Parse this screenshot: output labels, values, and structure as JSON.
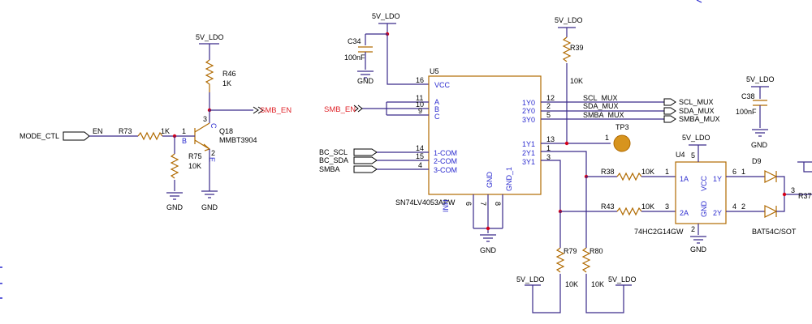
{
  "net_labels": {
    "ldo_q18": "5V_LDO",
    "ldo_c34": "5V_LDO",
    "ldo_r39": "5V_LDO",
    "ldo_c38": "5V_LDO",
    "ldo_u4": "5V_LDO",
    "ldo_r79": "5V_LDO",
    "ldo_r80": "5V_LDO",
    "gnd": "GND",
    "en": "EN",
    "scl_mux": "SCL_MUX",
    "sda_mux": "SDA_MUX",
    "smba_mux": "SMBA_MUX"
  },
  "ports": {
    "mode_ctl": "MODE_CTL",
    "smb_en_out": "SMB_EN",
    "smb_en_in": "SMB_EN",
    "bc_scl": "BC_SCL",
    "bc_sda": "BC_SDA",
    "smba": "SMBA",
    "scl_mux": "SCL_MUX",
    "sda_mux": "SDA_MUX",
    "smba_mux": "SMBA_MUX"
  },
  "components": {
    "r46": {
      "ref": "R46",
      "value": "1K"
    },
    "r73": {
      "ref": "R73",
      "value": "1K"
    },
    "r75": {
      "ref": "R75",
      "value": "10K"
    },
    "q18": {
      "ref": "Q18",
      "value": "MMBT3904"
    },
    "c34": {
      "ref": "C34",
      "value": "100nF"
    },
    "u5": {
      "ref": "U5",
      "value": "SN74LV4053APW"
    },
    "r39": {
      "ref": "R39",
      "value": "10K"
    },
    "tp3": {
      "ref": "TP3"
    },
    "r38": {
      "ref": "R38",
      "value": "10K"
    },
    "r43": {
      "ref": "R43",
      "value": "10K"
    },
    "u4": {
      "ref": "U4",
      "value": "74HC2G14GW"
    },
    "c38": {
      "ref": "C38",
      "value": "100nF"
    },
    "d9": {
      "ref": "D9",
      "value": "BAT54C/SOT"
    },
    "r37": {
      "ref": "R37"
    },
    "r79": {
      "ref": "R79",
      "value": "10K"
    },
    "r80": {
      "ref": "R80",
      "value": "10K"
    }
  },
  "q18_pins": {
    "b": "B",
    "c": "C",
    "e": "E",
    "p1": "1",
    "p2": "2",
    "p3": "3"
  },
  "u5_pins": {
    "vcc": "VCC",
    "a": "A",
    "b": "B",
    "c": "C",
    "com1": "1-COM",
    "com2": "2-COM",
    "com3": "3-COM",
    "y1y0": "1Y0",
    "y2y0": "2Y0",
    "y3y0": "3Y0",
    "y1y1": "1Y1",
    "y2y1": "2Y1",
    "y3y1": "3Y1",
    "inh": "INH",
    "gnd": "GND",
    "gnd1": "GND_1",
    "n16": "16",
    "n11": "11",
    "n10": "10",
    "n9": "9",
    "n14": "14",
    "n15": "15",
    "n4": "4",
    "n12": "12",
    "n2": "2",
    "n5": "5",
    "n13": "13",
    "n1": "1",
    "n3": "3",
    "n6": "6",
    "n7": "7",
    "n8": "8"
  },
  "u4_pins": {
    "a1": "1A",
    "a2": "2A",
    "y1": "1Y",
    "y2": "2Y",
    "vcc": "VCC",
    "gnd": "GND",
    "n1": "1",
    "n3": "3",
    "n6": "6",
    "n4": "4",
    "n2": "2",
    "n5": "5"
  },
  "misc_pins": {
    "tp3_1": "1",
    "d9_1": "1",
    "d9_2": "2",
    "d9_3": "3"
  }
}
